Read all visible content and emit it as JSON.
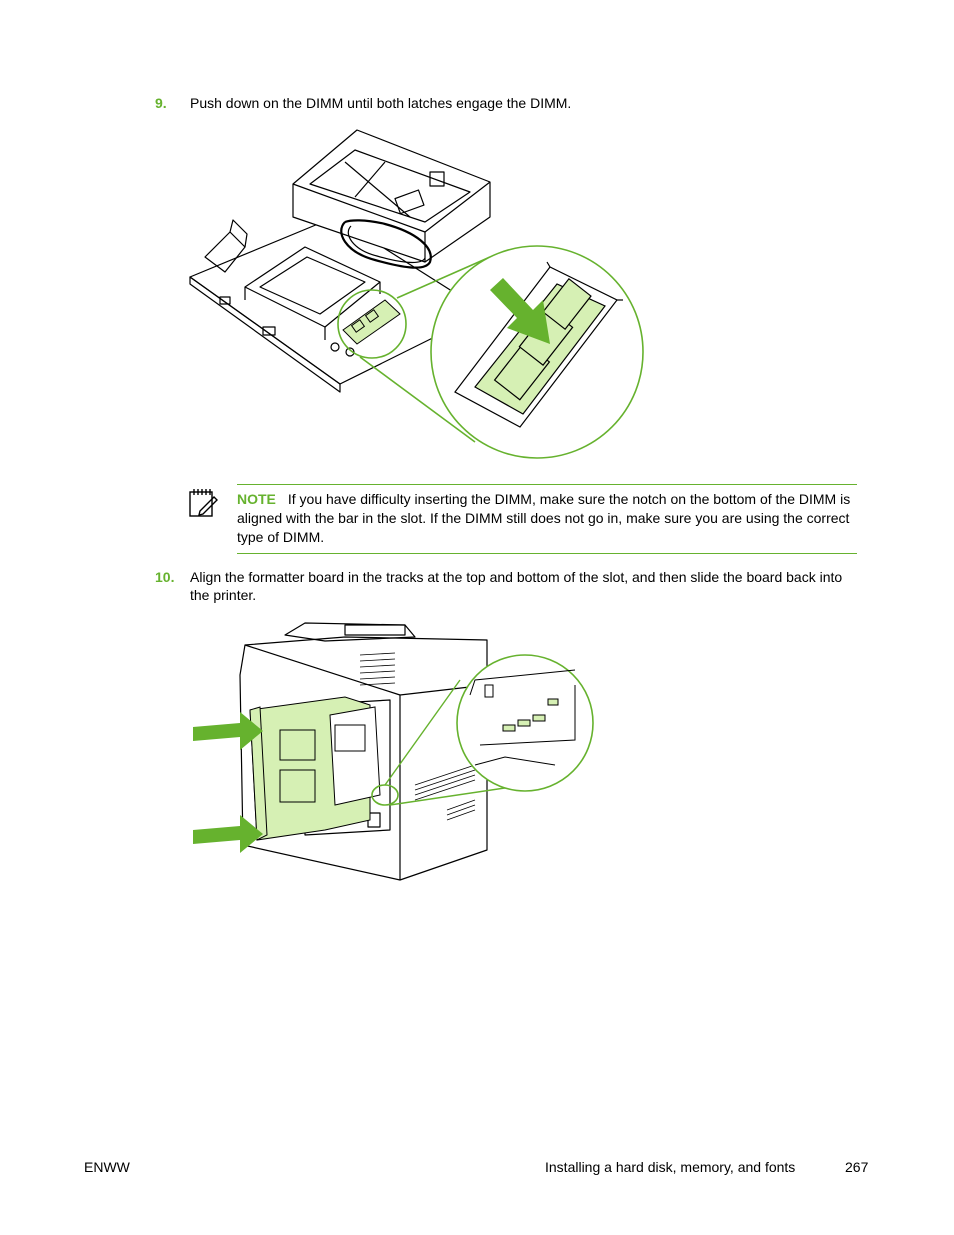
{
  "steps": [
    {
      "number": "9.",
      "text": "Push down on the DIMM until both latches engage the DIMM."
    },
    {
      "number": "10.",
      "text": "Align the formatter board in the tracks at the top and bottom of the slot, and then slide the board back into the printer."
    }
  ],
  "note": {
    "label": "NOTE",
    "text": "If you have difficulty inserting the DIMM, make sure the notch on the bottom of the DIMM is aligned with the bar in the slot. If the DIMM still does not go in, make sure you are using the correct type of DIMM."
  },
  "footer": {
    "left": "ENWW",
    "section": "Installing a hard disk, memory, and fonts",
    "page": "267"
  },
  "colors": {
    "accent": "#66b22e",
    "dimm_fill": "#d6f0b4"
  }
}
